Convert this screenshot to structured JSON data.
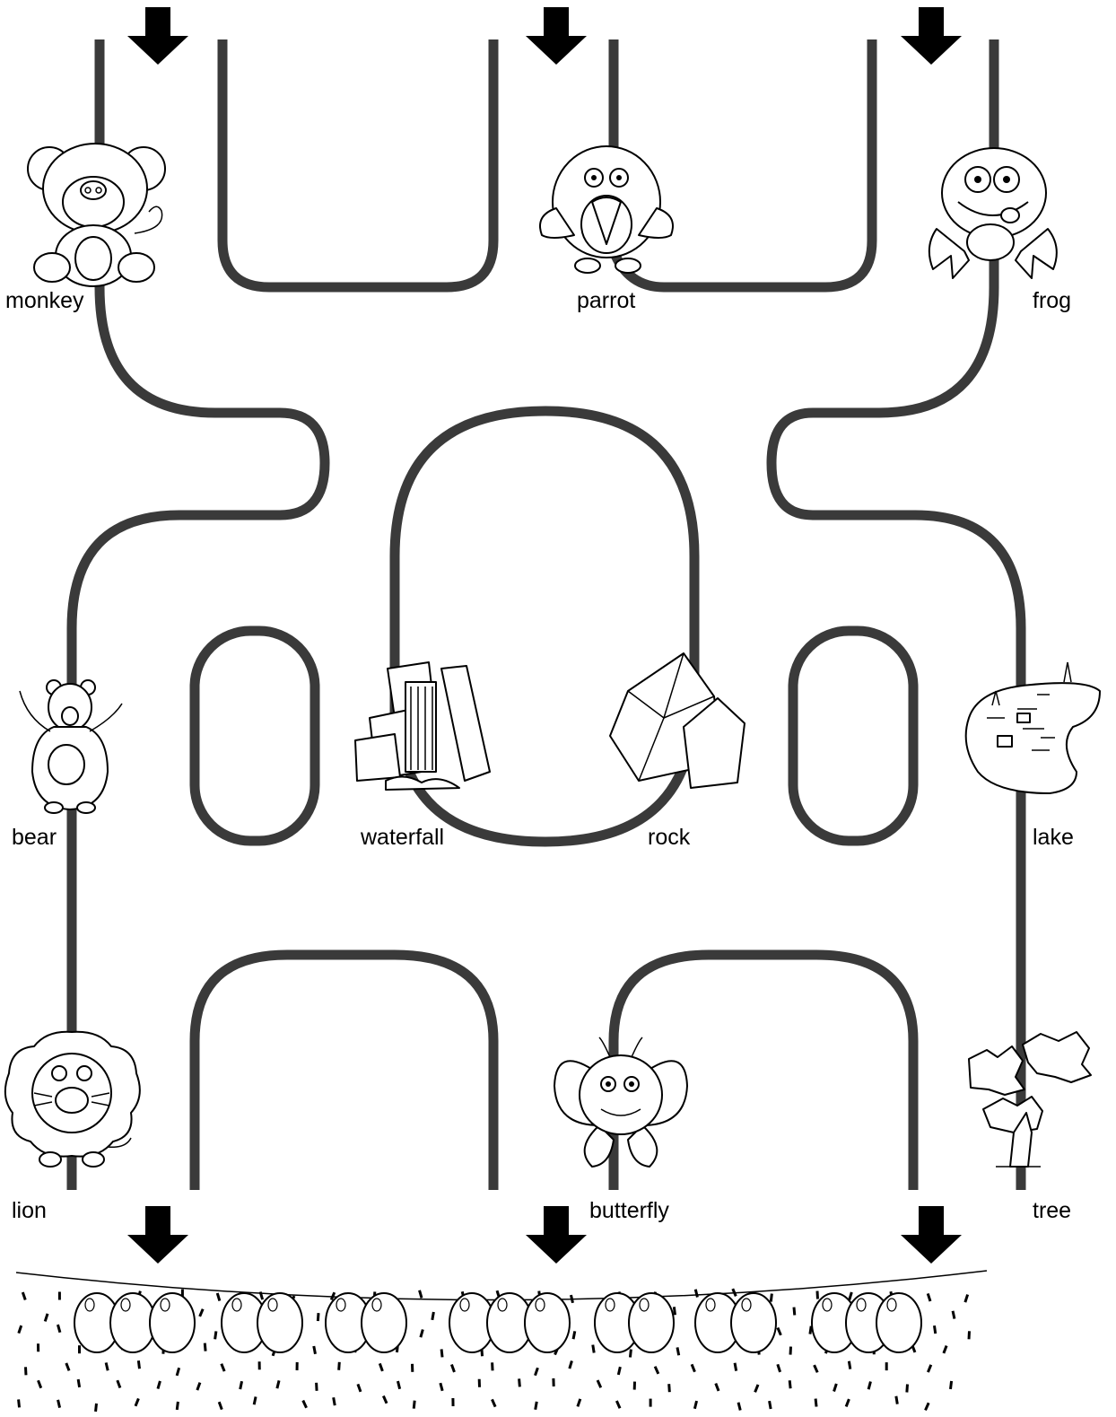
{
  "labels": {
    "monkey": "monkey",
    "parrot": "parrot",
    "frog": "frog",
    "bear": "bear",
    "waterfall": "waterfall",
    "rock": "rock",
    "lake": "lake",
    "lion": "lion",
    "butterfly": "butterfly",
    "tree": "tree"
  },
  "icons": {
    "start_arrows": [
      "arrow-down-icon",
      "arrow-down-icon",
      "arrow-down-icon"
    ],
    "end_arrows": [
      "arrow-down-icon",
      "arrow-down-icon",
      "arrow-down-icon"
    ],
    "goal": "eggs-nest-icon"
  },
  "colors": {
    "path": "#3a3a3a",
    "ink": "#000000",
    "background": "#ffffff"
  }
}
